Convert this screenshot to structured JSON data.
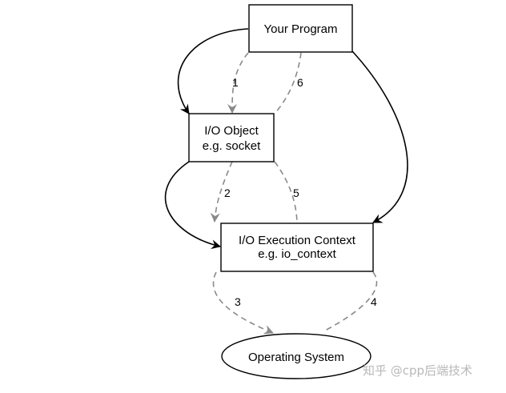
{
  "nodes": {
    "program": "Your Program",
    "io_object_line1": "I/O Object",
    "io_object_line2": "e.g. socket",
    "exec_ctx_line1": "I/O Execution Context",
    "exec_ctx_line2": "e.g. io_context",
    "os": "Operating System"
  },
  "flow_labels": {
    "step1": "1",
    "step2": "2",
    "step3": "3",
    "step4": "4",
    "step5": "5",
    "step6": "6"
  },
  "watermark": "知乎 @cpp后端技术",
  "colors": {
    "solid_edge": "#000000",
    "dashed_edge": "#8a8a8a",
    "watermark": "#b8b8b8"
  }
}
